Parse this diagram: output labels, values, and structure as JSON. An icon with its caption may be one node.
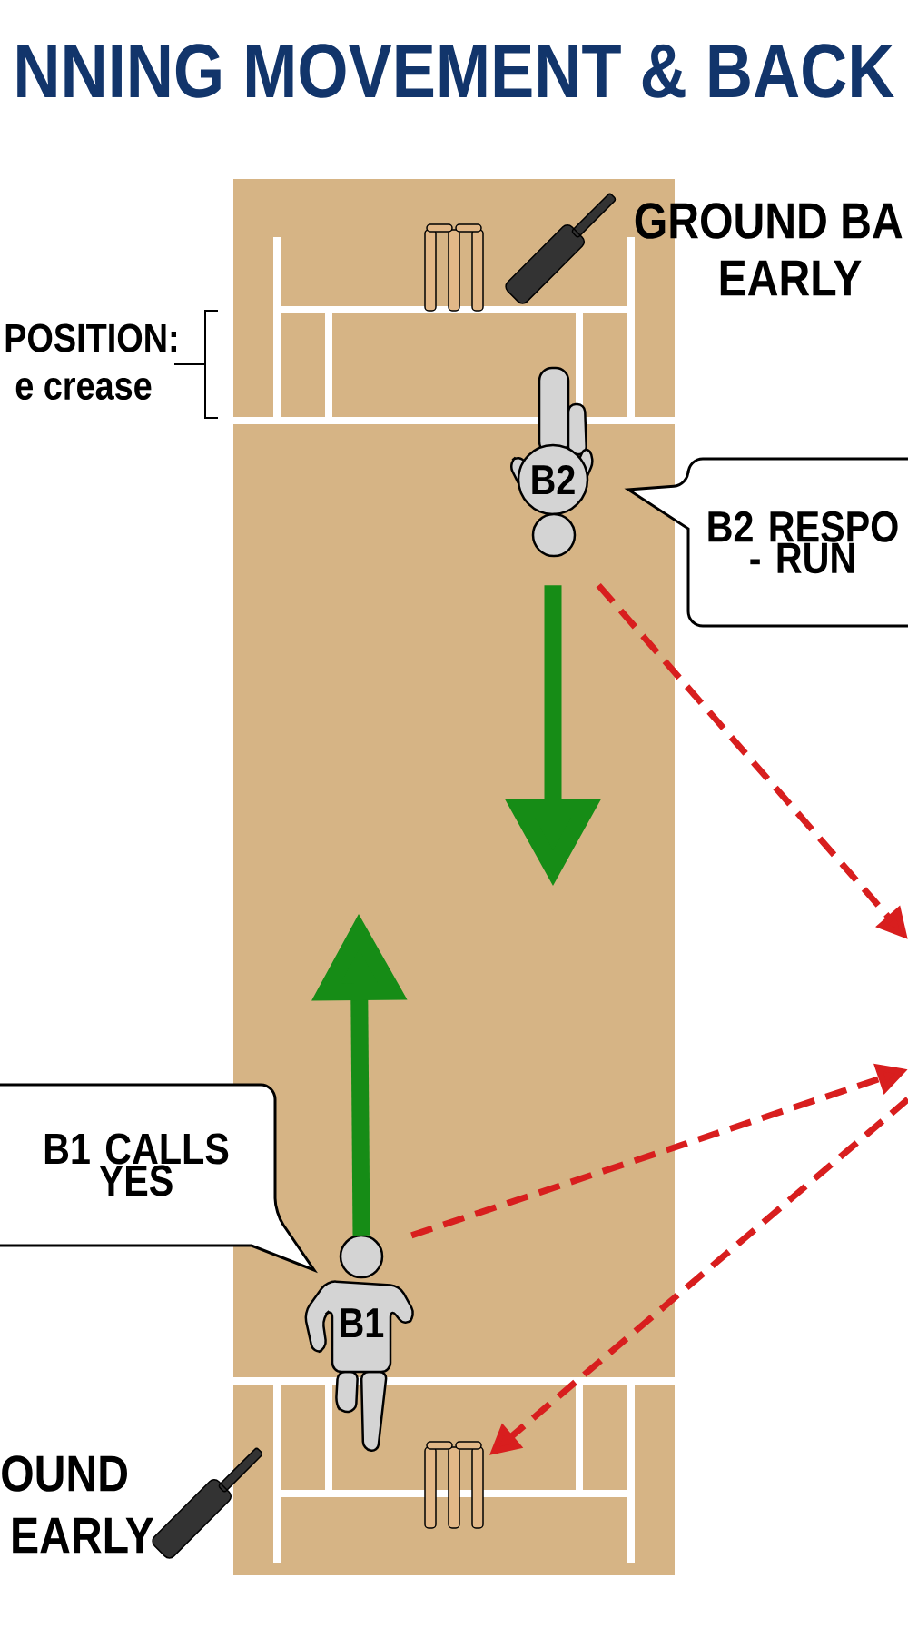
{
  "diagram": {
    "title": "NNING MOVEMENT & BACK",
    "nodes": [
      {
        "text": [],
        "shape": "picture"
      },
      {
        "text": [
          "B2"
        ]
      },
      {
        "text": [
          "B2 RESPO - RUN"
        ]
      },
      {
        "text": [
          "B1 CALLS YES"
        ]
      },
      {
        "text": [
          "B1"
        ]
      },
      {
        "text": [],
        "shape": "picture"
      }
    ],
    "edges": [
      {
        "from": 1,
        "to": null,
        "arrow": "to",
        "style": "thick",
        "color": "#168c16"
      },
      {
        "from": 4,
        "to": null,
        "arrow": "to",
        "style": "thick",
        "color": "#168c16"
      },
      {
        "from": 1,
        "to": null,
        "arrow": "to",
        "style": "dashed"
      },
      {
        "from": 4,
        "to": null,
        "arrow": "to",
        "style": "dashed"
      },
      {
        "from": null,
        "to": 5,
        "arrow": "to",
        "style": "dashed"
      }
    ],
    "labels": [
      "GROUND BA",
      "EARLY",
      "POSITION:",
      "e crease",
      "OUND",
      "EARLY"
    ]
  }
}
